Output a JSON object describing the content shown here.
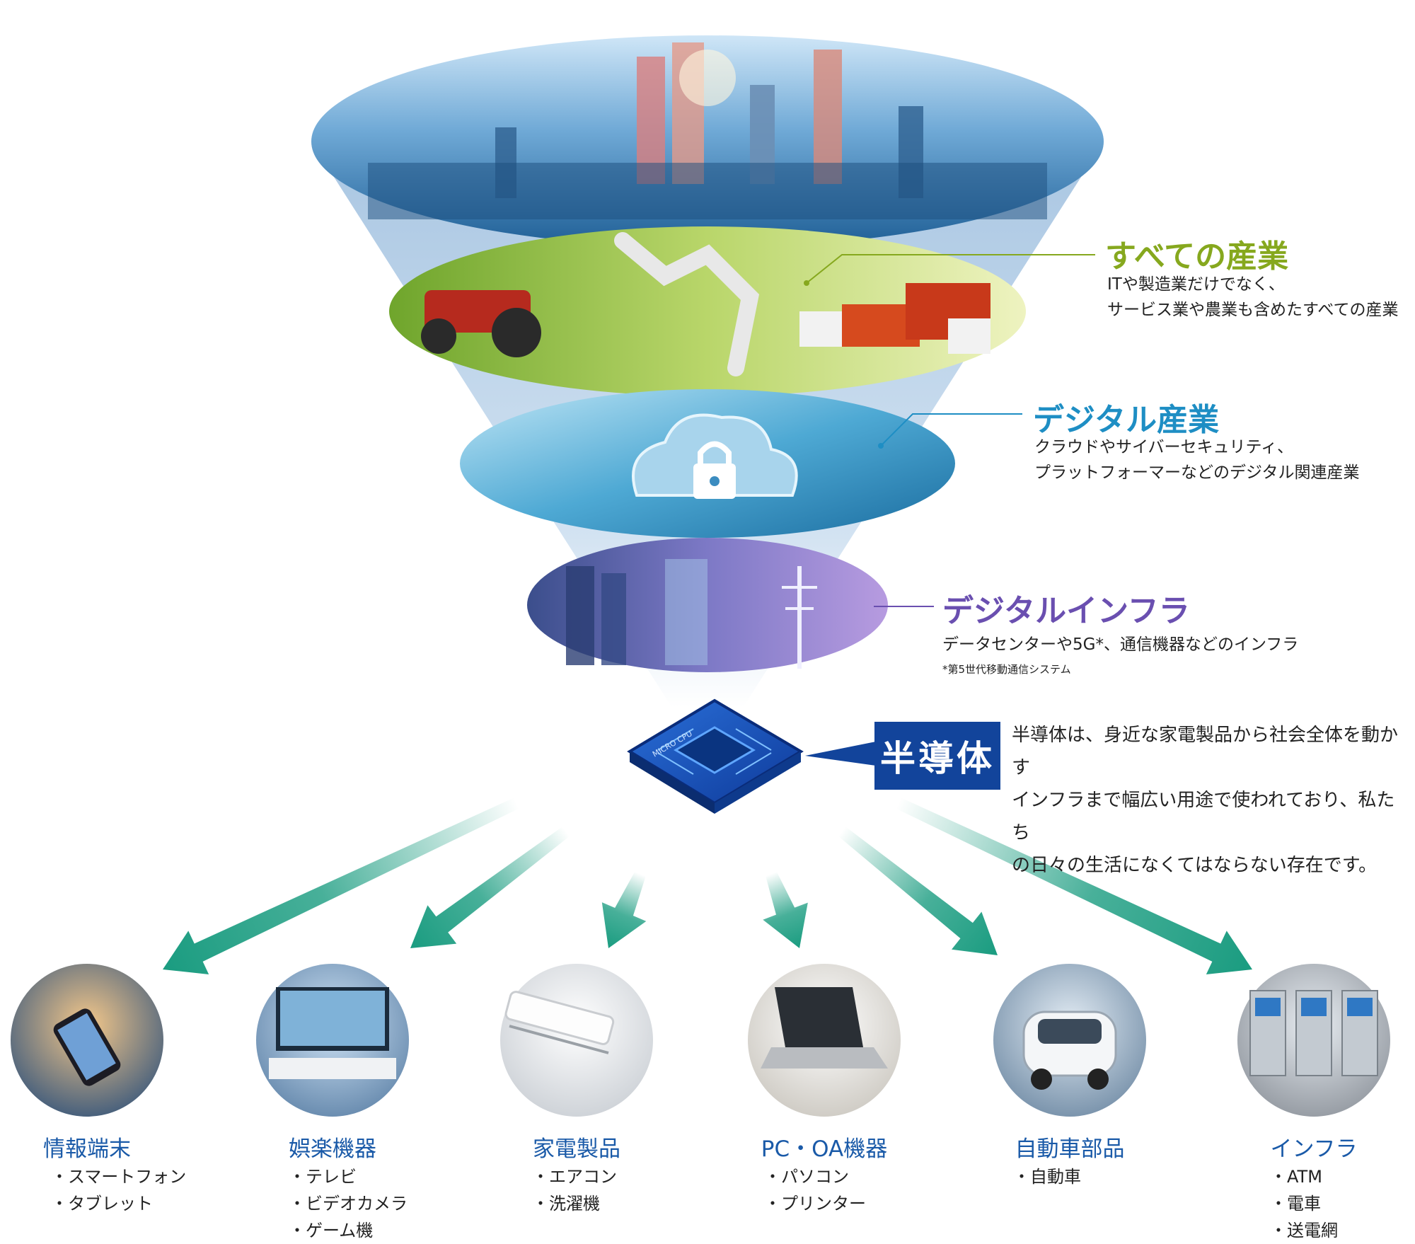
{
  "layers": [
    {
      "title": "すべての産業",
      "color": "#86a81e",
      "desc": [
        "ITや製造業だけでなく、",
        "サービス業や農業も含めたすべての産業"
      ]
    },
    {
      "title": "デジタル産業",
      "color": "#1e8ec4",
      "desc": [
        "クラウドやサイバーセキュリティ、",
        "プラットフォーマーなどのデジタル関連産業"
      ]
    },
    {
      "title": "デジタルインフラ",
      "color": "#6a4fb0",
      "desc": [
        "データセンターや5G*、通信機器などのインフラ"
      ],
      "footnote": "*第5世代移動通信システム"
    }
  ],
  "semiconductor": {
    "label": "半導体",
    "chip_text": "MICRO CPU",
    "desc": [
      "半導体は、身近な家電製品から社会全体を動かす",
      "インフラまで幅広い用途で使われており、私たち",
      "の日々の生活になくてはならない存在です。"
    ]
  },
  "categories": [
    {
      "title": "情報端末",
      "items": [
        "・スマートフォン",
        "・タブレット"
      ],
      "icon": "smartphone-icon"
    },
    {
      "title": "娯楽機器",
      "items": [
        "・テレビ",
        "・ビデオカメラ",
        "・ゲーム機"
      ],
      "icon": "tv-icon"
    },
    {
      "title": "家電製品",
      "items": [
        "・エアコン",
        "・洗濯機"
      ],
      "icon": "air-conditioner-icon"
    },
    {
      "title": "PC・OA機器",
      "items": [
        "・パソコン",
        "・プリンター"
      ],
      "icon": "laptop-icon"
    },
    {
      "title": "自動車部品",
      "items": [
        "・自動車"
      ],
      "icon": "car-icon"
    },
    {
      "title": "インフラ",
      "items": [
        "・ATM",
        "・電車",
        "・送電網"
      ],
      "icon": "atm-icon"
    }
  ],
  "colors": {
    "funnel": "#c9dbec",
    "arrow": "#1a9c80",
    "navy": "#12449b",
    "category_title": "#1a5aa8"
  }
}
